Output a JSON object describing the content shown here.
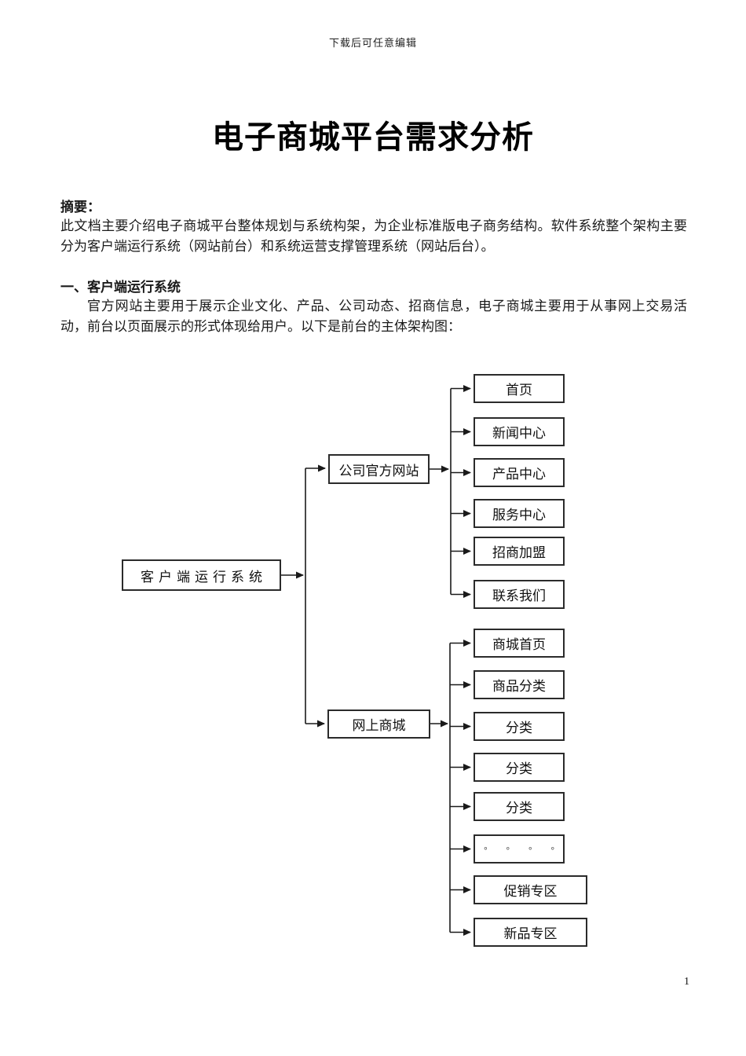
{
  "page": {
    "watermark": "下载后可任意编辑",
    "title": "电子商城平台需求分析",
    "page_number": "1"
  },
  "abstract": {
    "heading": "摘要：",
    "body": "此文档主要介绍电子商城平台整体规划与系统构架，为企业标准版电子商务结构。软件系统整个架构主要分为客户端运行系统（网站前台）和系统运营支撑管理系统（网站后台）。"
  },
  "section1": {
    "heading": "一、客户端运行系统",
    "body": "官方网站主要用于展示企业文化、产品、公司动态、招商信息，电子商城主要用于从事网上交易活动，前台以页面展示的形式体现给用户。以下是前台的主体架构图："
  },
  "diagram": {
    "root": {
      "label": "客户端运行系统"
    },
    "level2": [
      {
        "label": "公司官方网站"
      },
      {
        "label": "网上商城"
      }
    ],
    "official_site_children": [
      "首页",
      "新闻中心",
      "产品中心",
      "服务中心",
      "招商加盟",
      "联系我们"
    ],
    "mall_children": [
      "商城首页",
      "商品分类",
      "分类",
      "分类",
      "分类",
      "◦ ◦ ◦ ◦",
      "促销专区",
      "新品专区"
    ]
  }
}
